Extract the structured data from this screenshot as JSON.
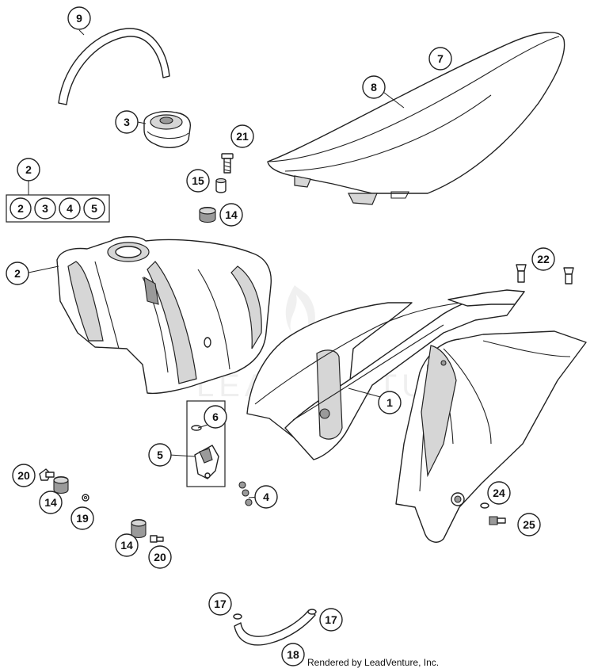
{
  "diagram": {
    "watermark": "LEADVENTURE",
    "credit": "Rendered by LeadVenture, Inc.",
    "kit_group_label": "2",
    "kit_members": [
      "2",
      "3",
      "4",
      "5"
    ],
    "callouts": {
      "c1": "1",
      "c2": "2",
      "c3": "3",
      "c4": "4",
      "c5": "5",
      "c6": "6",
      "c7": "7",
      "c8": "8",
      "c9": "9",
      "c14a": "14",
      "c14b": "14",
      "c14c": "14",
      "c15": "15",
      "c17a": "17",
      "c17b": "17",
      "c18": "18",
      "c19": "19",
      "c20a": "20",
      "c20b": "20",
      "c21": "21",
      "c22": "22",
      "c24": "24",
      "c25": "25"
    }
  }
}
